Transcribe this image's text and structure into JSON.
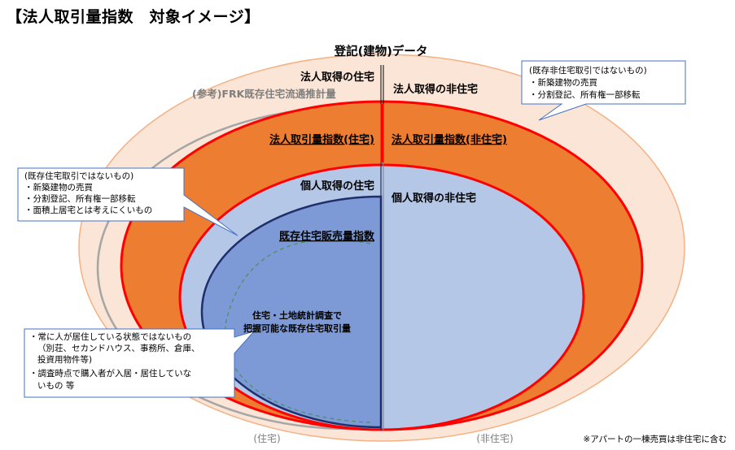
{
  "title": "【法人取引量指数　対象イメージ】",
  "diagram": {
    "top_label": "登記(建物)データ",
    "left_outer_label": "法人取得の住宅",
    "right_outer_label": "法人取得の非住宅",
    "reference_label": "(参考)FRK既存住宅流通推計量",
    "corp_index_residential": "法人取引量指数(住宅)",
    "corp_index_nonresidential": "法人取引量指数(非住宅)",
    "individual_residential": "個人取得の住宅",
    "individual_nonresidential": "個人取得の非住宅",
    "existing_sales_index": "既存住宅販売量指数",
    "survey_line1": "住宅・土地統計調査で",
    "survey_line2": "把握可能な既存住宅取引量",
    "bottom_left": "(住宅)",
    "bottom_right": "(非住宅)",
    "footnote": "※アパートの一棟売買は非住宅に含む"
  },
  "notes": {
    "top_right": [
      "(既存非住宅取引ではないもの)",
      "・新築建物の売買",
      "・分割登記、所有権一部移転"
    ],
    "left_mid": [
      "(既存住宅取引ではないもの)",
      "・新築建物の売買",
      "・分割登記、所有権一部移転",
      "・面積上居宅とは考えにくいもの"
    ],
    "left_bottom": [
      "・常に人が居住している状態ではないもの",
      "（別荘、セカンドハウス、事務所、倉庫、",
      "投資用物件等)",
      "・調査時点で購入者が入居・居住していな",
      "いもの 等"
    ]
  },
  "colors": {
    "outer_fill": "#fbe5d6",
    "corp_fill": "#ed7d31",
    "red_line": "#ff0000",
    "individual_fill": "#b4c7e7",
    "existing_fill": "#7d9ad6",
    "navy_line": "#1f2f6b"
  }
}
